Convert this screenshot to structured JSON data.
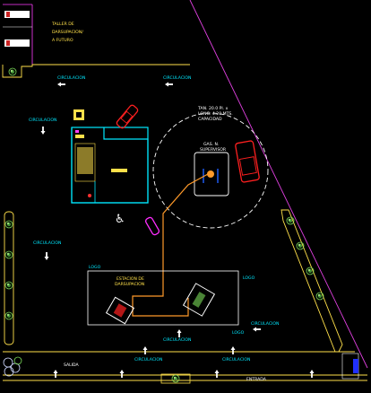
{
  "labels": {
    "future_workshop_1": "TALLER DE",
    "future_workshop_2": "DARSUPACION/",
    "future_workshop_3": "A FUTURO",
    "circulation": "CIRCULACION",
    "tank_1": "TAN. 20.0 Pl. x",
    "tank_2": "LONG. 4.20 MTS.",
    "tank_3": "CAPACIDAD",
    "gas_1": "GAS. N.",
    "gas_2": "SUPERVISOR",
    "station_1": "ESTACION DE",
    "station_2": "DARSUPACION",
    "logo": "LOGO",
    "exit": "SALIDA",
    "entrance": "ENTRADA"
  },
  "colors": {
    "background": "#000000",
    "boundary": "#ffe04a",
    "building": "#00e8ff",
    "property_line": "#e040e0",
    "vehicle_red": "#ff2020",
    "vehicle_magenta": "#ff2dff",
    "pipe": "#ff9a2a",
    "tree": "#7cdc5a",
    "white": "#ffffff"
  },
  "icons": {
    "arrow_left": "arrow-left-icon",
    "arrow_up": "arrow-up-icon",
    "arrow_down": "arrow-down-icon",
    "accessibility": "wheelchair-icon",
    "tree": "tree-icon",
    "car": "car-icon"
  }
}
